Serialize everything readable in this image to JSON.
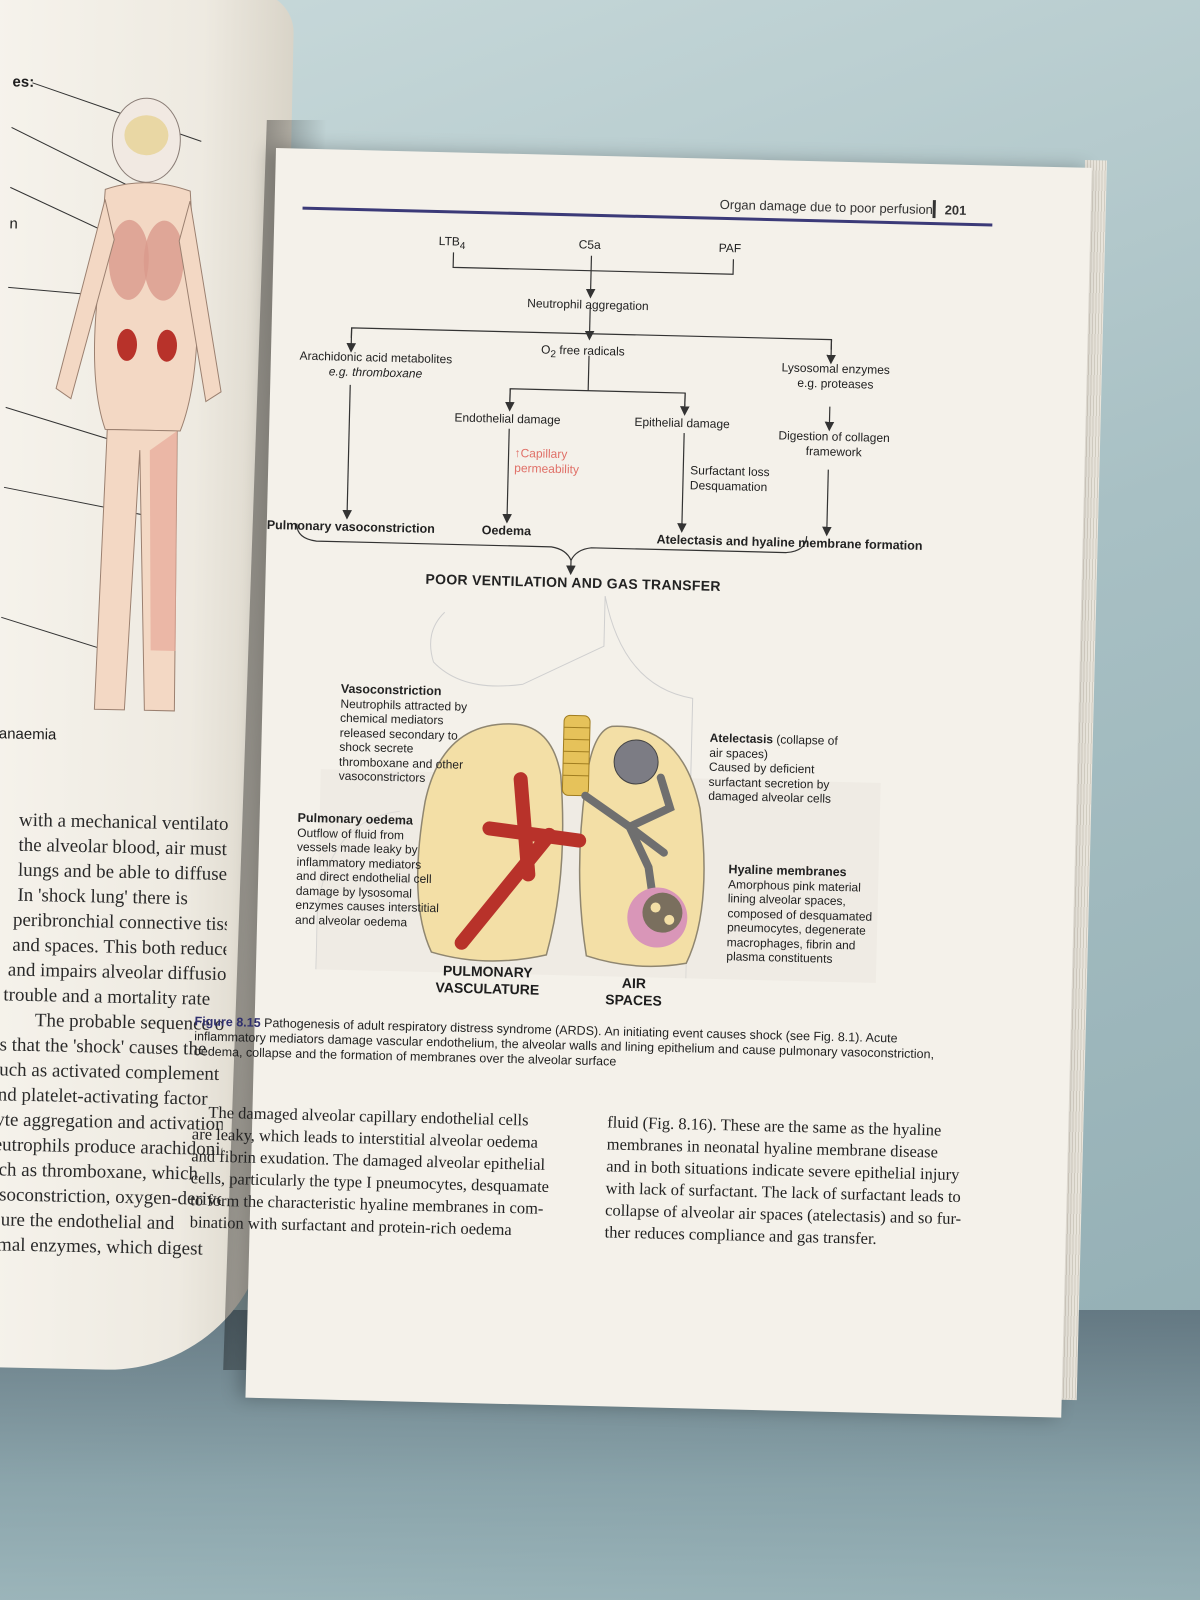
{
  "left_page": {
    "labels": [
      "es:",
      "n",
      "anaemia"
    ],
    "text_lines": [
      "with a mechanical ventilator",
      "the alveolar blood, air must",
      "lungs and be able to diffuse",
      "In 'shock lung' there is",
      "peribronchial connective tissue",
      "and spaces. This both reduces",
      "and impairs alveolar diffusion",
      "trouble and a mortality rate",
      "The probable sequence of",
      "is that the 'shock' causes the",
      "such as activated complement",
      "and platelet-activating factor",
      "cyte aggregation and activation",
      "neutrophils produce arachidonic",
      "such as thromboxane, which",
      "vasoconstriction, oxygen-derived",
      "injure the endothelial and",
      "somal enzymes, which digest"
    ],
    "margin_letters": [
      "s",
      "e"
    ]
  },
  "header": {
    "running_head": "Organ damage due to poor perfusion",
    "page_number": "201"
  },
  "diagram": {
    "ltb4": "LTB",
    "ltb4_sub": "4",
    "c5a": "C5a",
    "paf": "PAF",
    "neutrophil_aggregation": "Neutrophil aggregation",
    "arachidonic": "Arachidonic acid metabolites",
    "arachidonic_eg": "e.g. thromboxane",
    "o2_free_radicals": "O",
    "o2_sub": "2",
    "o2_rest": " free radicals",
    "lysosomal": "Lysosomal enzymes",
    "lysosomal_eg": "e.g. proteases",
    "endothelial_damage": "Endothelial damage",
    "epithelial_damage": "Epithelial damage",
    "digestion": "Digestion of collagen",
    "digestion_2": "framework",
    "capillary_up": "↑Capillary",
    "capillary_perm": "permeability",
    "surfactant_loss": "Surfactant loss",
    "desquamation": "Desquamation",
    "pulmonary_vasoconstriction": "Pulmonary vasoconstriction",
    "oedema": "Oedema",
    "atelectasis_hyaline": "Atelectasis and hyaline membrane formation",
    "poor_ventilation": "POOR VENTILATION AND GAS TRANSFER"
  },
  "illustration": {
    "vasoconstriction_title": "Vasoconstriction",
    "vasoconstriction_text": [
      "Neutrophils attracted by",
      "chemical mediators",
      "released secondary to",
      "shock secrete",
      "thromboxane and other",
      "vasoconstrictors"
    ],
    "pulmonary_oedema_title": "Pulmonary oedema",
    "pulmonary_oedema_text": [
      "Outflow of fluid from",
      "vessels made leaky by",
      "inflammatory mediators",
      "and direct endothelial cell",
      "damage by lysosomal",
      "enzymes causes interstitial",
      "and alveolar oedema"
    ],
    "atelectasis_title": "Atelectasis",
    "atelectasis_title_rest": " (collapse of",
    "atelectasis_text": [
      "air spaces)",
      "Caused by deficient",
      "surfactant secretion by",
      "damaged alveolar cells"
    ],
    "hyaline_title": "Hyaline membranes",
    "hyaline_text": [
      "Amorphous pink material",
      "lining alveolar spaces,",
      "composed of desquamated",
      "pneumocytes, degenerate",
      "macrophages, fibrin and",
      "plasma constituents"
    ],
    "pulmonary_vasculature_1": "PULMONARY",
    "pulmonary_vasculature_2": "VASCULATURE",
    "air_spaces_1": "AIR",
    "air_spaces_2": "SPACES"
  },
  "caption": {
    "label": "Figure 8.15",
    "text": " Pathogenesis of adult respiratory distress syndrome (ARDS). An initiating event causes shock (see Fig. 8.1). Acute inflammatory mediators damage vascular endothelium, the alveolar walls and lining epithelium and cause pulmonary vasoconstriction, oedema, collapse and the formation of membranes over the alveolar surface"
  },
  "body": {
    "col1": [
      "The damaged alveolar capillary endothelial cells",
      "are leaky, which leads to interstitial alveolar oedema",
      "and fibrin exudation. The damaged alveolar epithelial",
      "cells, particularly the type I pneumocytes, desquamate",
      "to form the characteristic hyaline membranes in com-",
      "bination with surfactant and protein-rich oedema"
    ],
    "col2": [
      "fluid (Fig. 8.16). These are the same as the hyaline",
      "membranes in neonatal hyaline membrane disease",
      "and in both situations indicate severe epithelial injury",
      "with lack of surfactant. The lack of surfactant leads to",
      "collapse of alveolar air spaces (atelectasis) and so fur-",
      "ther reduces compliance and gas transfer."
    ]
  },
  "colors": {
    "header_rule": "#3b3a78",
    "lung_fill": "#f3dfa6",
    "vessel_red": "#b8322a",
    "hyaline_pink": "#d996b8",
    "capillary_text": "#e07068"
  }
}
